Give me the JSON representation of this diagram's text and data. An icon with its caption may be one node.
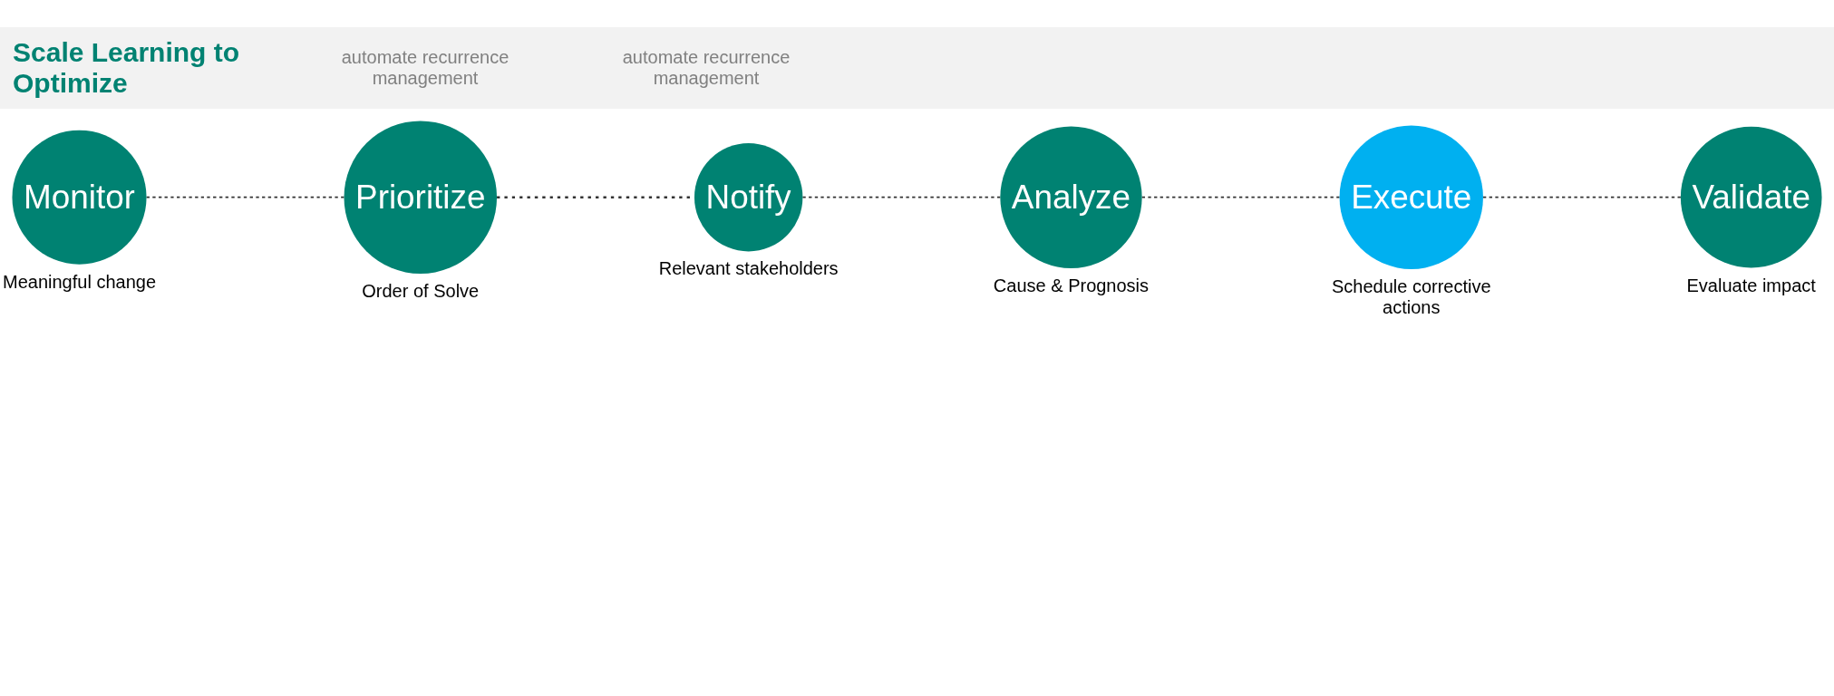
{
  "diagram": {
    "nodes": [
      {
        "text": [
          "Monitor"
        ],
        "beside": [
          "Meaningful change"
        ]
      },
      {
        "text": [
          "Prioritize"
        ],
        "beside": [
          "Order of Solve"
        ]
      },
      {
        "text": [
          "Notify"
        ],
        "beside": [
          "Relevant stakeholders"
        ]
      },
      {
        "text": [
          "Analyze"
        ],
        "beside": [
          "Cause & Prognosis"
        ]
      },
      {
        "text": [
          "Execute"
        ],
        "beside": [
          "Schedule corrective actions"
        ]
      },
      {
        "text": [
          "Validate"
        ],
        "beside": [
          "Evaluate impact"
        ]
      }
    ],
    "edges": [
      {
        "from": 0,
        "to": 1,
        "arrow": "none",
        "style": "dashed"
      },
      {
        "from": 1,
        "to": 2,
        "arrow": "none",
        "style": "dashed"
      },
      {
        "from": 2,
        "to": 3,
        "arrow": "none",
        "style": "dashed"
      },
      {
        "from": 3,
        "to": 4,
        "arrow": "none",
        "style": "dashed"
      },
      {
        "from": 4,
        "to": 5,
        "arrow": "none",
        "style": "dashed"
      }
    ],
    "labels": [
      "Scale Learning to Optimize",
      "automate recurrence management",
      "automate recurrence management"
    ]
  }
}
